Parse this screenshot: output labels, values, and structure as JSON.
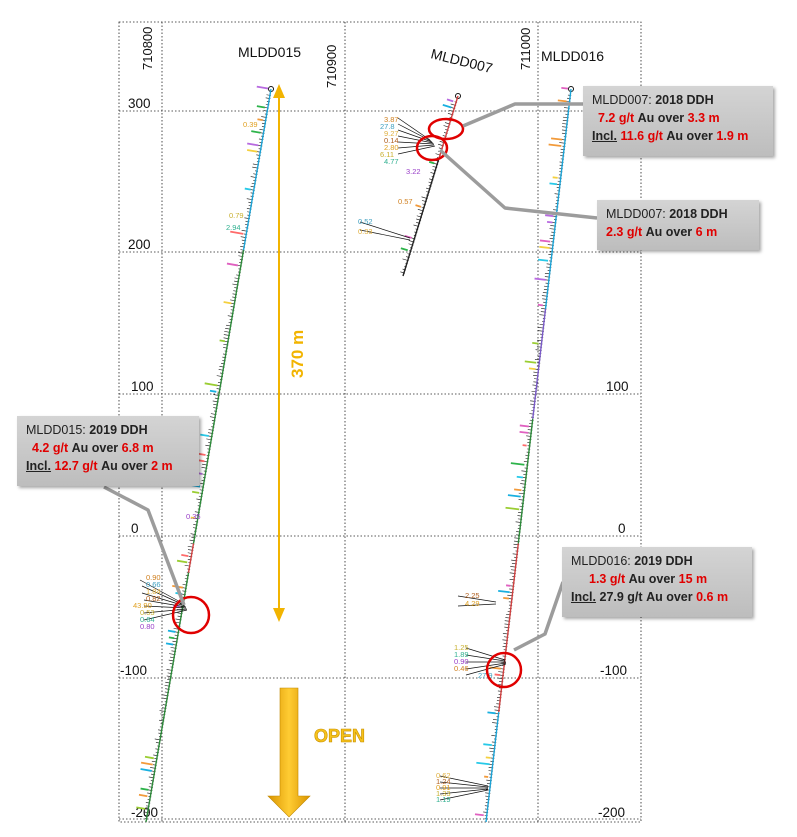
{
  "section": {
    "eastings": [
      "710800",
      "710900",
      "711000"
    ],
    "elevations_right": [
      "300",
      "200",
      "100",
      "0",
      "-100",
      "-200"
    ],
    "elevations_left": [
      "300",
      "200",
      "100",
      "0",
      "-100",
      "-200"
    ]
  },
  "holes": [
    {
      "id": "MLDD015"
    },
    {
      "id": "MLDD007"
    },
    {
      "id": "MLDD016"
    }
  ],
  "assay_labels": {
    "mldd015_upper": [
      "0.39",
      "0.79",
      "2.94"
    ],
    "mldd015_mid": [
      "0.35"
    ],
    "mldd015_cluster": [
      "0.90",
      "0.66",
      "1.84",
      "0.82",
      "43.90",
      "0.53",
      "0.64",
      "0.80"
    ],
    "mldd007_cluster": [
      "3.87",
      "27.8",
      "9.27",
      "0.14",
      "2.80",
      "6.11",
      "4.77"
    ],
    "mldd007_mid": [
      "3.22",
      "0.57"
    ],
    "mldd007_lower": [
      "0.52",
      "0.33"
    ],
    "mldd016_upper": [
      "2.25",
      "4.29"
    ],
    "mldd016_cluster": [
      "1.25",
      "1.89",
      "0.90",
      "0.46",
      "27.9"
    ],
    "mldd016_lower": [
      "0.62",
      "1.24",
      "0.91",
      "1.33",
      "1.19"
    ]
  },
  "annotations": {
    "extent_label": "370 m",
    "open_label": "OPEN"
  },
  "colors": {
    "extent_arrow": "#f2b400",
    "open_arrow": "#f0a800",
    "circle": "#e00000",
    "leader": "#9c9c9c",
    "callout_value": "#e00000"
  },
  "callouts": {
    "mldd007_a": {
      "title": "MLDD007:",
      "type": "2018 DDH",
      "l1_grade": "7.2 g/t",
      "l1_mid": "Au over",
      "l1_width": "3.3 m",
      "l2_incl": "Incl.",
      "l2_grade": "11.6 g/t",
      "l2_mid": "Au over",
      "l2_width": "1.9 m"
    },
    "mldd007_b": {
      "title": "MLDD007:",
      "type": "2018 DDH",
      "l1_grade": "2.3 g/t",
      "l1_mid": "Au over",
      "l1_width": "6 m"
    },
    "mldd015": {
      "title": "MLDD015:",
      "type": "2019 DDH",
      "l1_grade": "4.2 g/t",
      "l1_mid": "Au over",
      "l1_width": "6.8 m",
      "l2_incl": "Incl.",
      "l2_grade": "12.7 g/t",
      "l2_mid": "Au over",
      "l2_width": "2 m"
    },
    "mldd016": {
      "title": "MLDD016:",
      "type": "2019 DDH",
      "l1_grade": "1.3 g/t",
      "l1_mid": "Au over",
      "l1_width": "15 m",
      "l2_incl": "Incl.",
      "l2_grade": "27.9 g/t",
      "l2_mid": "Au over",
      "l2_width": "0.6 m"
    }
  }
}
